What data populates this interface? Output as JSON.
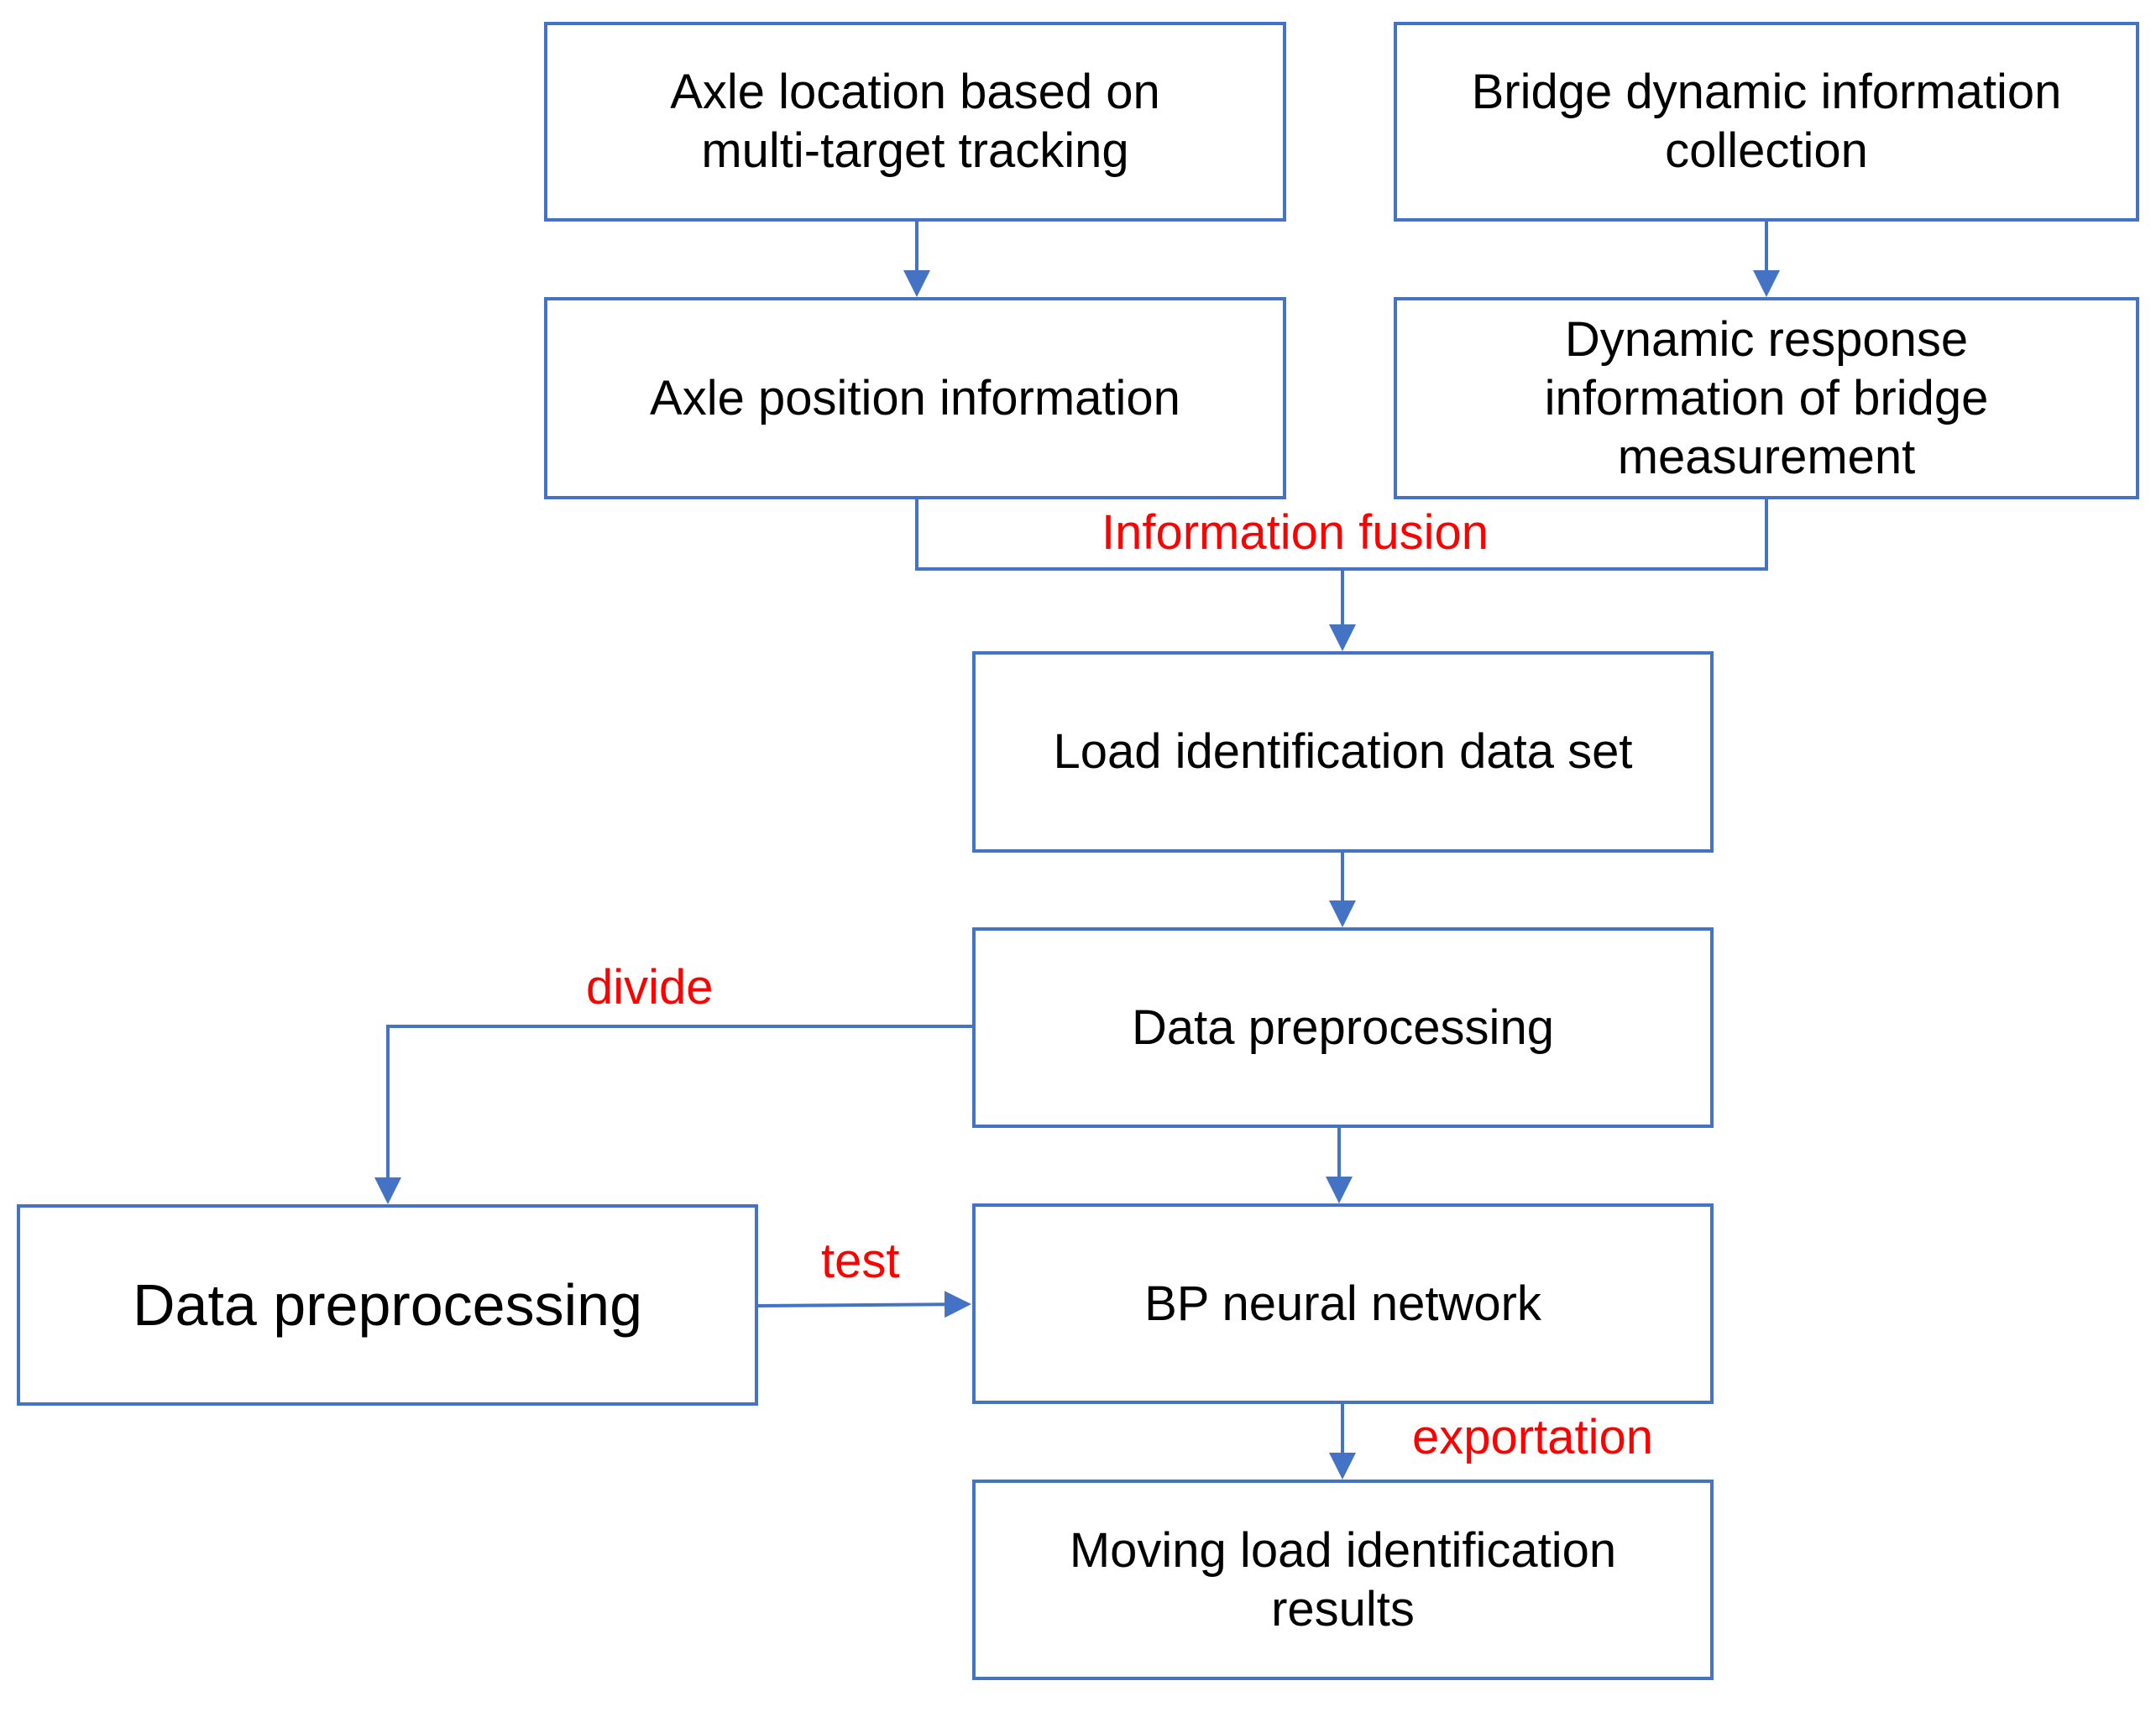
{
  "colors": {
    "box_border": "#4472c4",
    "connector": "#4472c4",
    "label_text": "#ff0000",
    "box_text": "#000000",
    "background": "#ffffff"
  },
  "boxes": {
    "axle_location": "Axle location based on\nmulti-target tracking",
    "bridge_collection": "Bridge dynamic information\ncollection",
    "axle_position": "Axle position information",
    "dynamic_response": "Dynamic response\ninformation of bridge\nmeasurement",
    "load_dataset": "Load identification data set",
    "data_preprocessing_main": "Data preprocessing",
    "data_preprocessing_side": "Data preprocessing",
    "bp_network": "BP neural network",
    "results": "Moving load identification\nresults"
  },
  "labels": {
    "information_fusion": "Information fusion",
    "divide": "divide",
    "test": "test",
    "exportation": "exportation"
  }
}
